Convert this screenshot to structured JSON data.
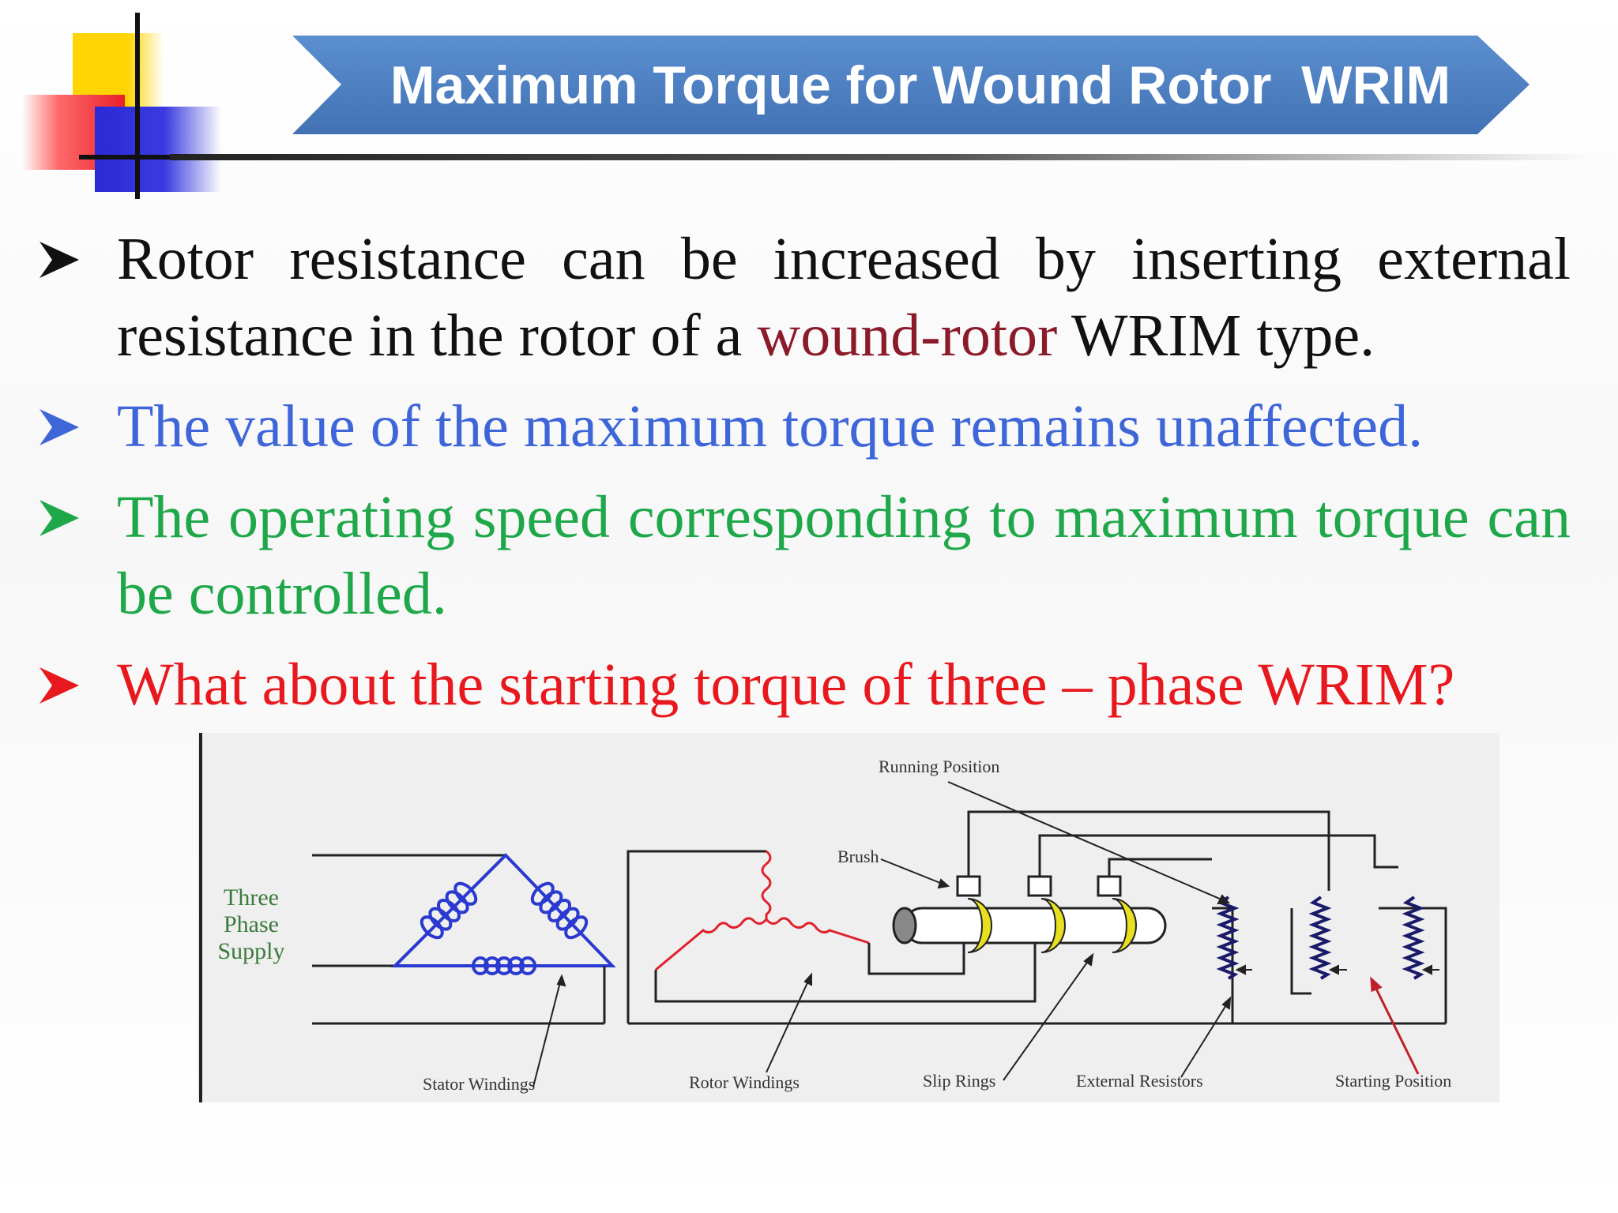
{
  "slide": {
    "title": "Maximum Torque for Wound Rotor  WRIM",
    "accent_colors": {
      "banner": "#4f81bd",
      "text": "#111111",
      "blue": "#3e66d8",
      "green": "#1fa84a",
      "red": "#e8191e",
      "dark_red": "#8b1a2a"
    }
  },
  "bullets": [
    {
      "before": "Rotor resistance can be increased by inserting external resistance in the rotor of a ",
      "highlight": "wound-rotor",
      "after": " WRIM type."
    },
    {
      "text": "The value of the maximum torque remains unaffected."
    },
    {
      "text": "The operating speed corresponding to maximum torque can be controlled."
    },
    {
      "text": "What about the starting torque of three – phase WRIM?"
    }
  ],
  "diagram": {
    "supply_label": [
      "Three",
      "Phase",
      "Supply"
    ],
    "labels": {
      "running_position": "Running Position",
      "brush": "Brush",
      "stator_windings": "Stator Windings",
      "rotor_windings": "Rotor Windings",
      "slip_rings": "Slip Rings",
      "external_resistors": "External Resistors",
      "starting_position": "Starting Position"
    }
  }
}
